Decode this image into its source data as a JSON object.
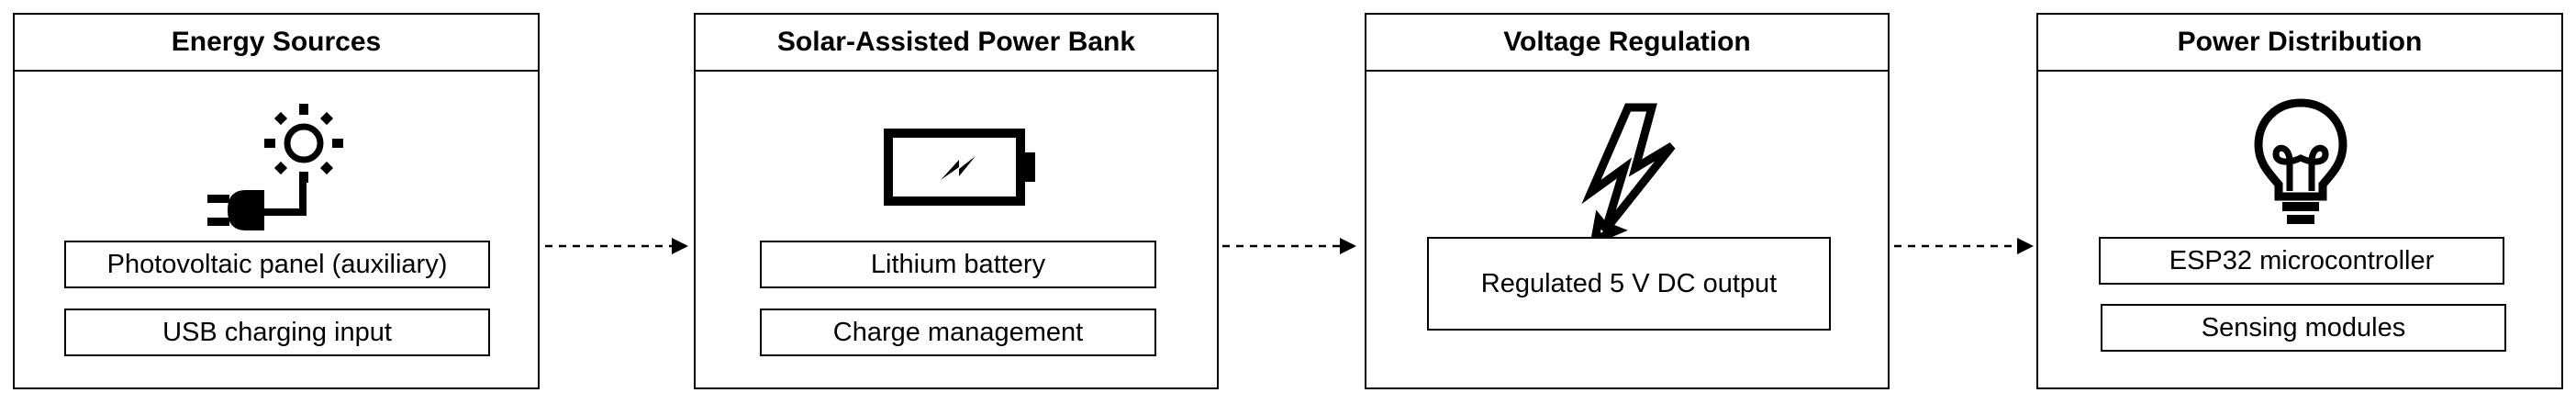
{
  "stages": [
    {
      "title": "Energy Sources",
      "icon": "solar-plug-icon",
      "items": [
        "Photovoltaic panel (auxiliary)",
        "USB charging input"
      ]
    },
    {
      "title": "Solar-Assisted Power Bank",
      "icon": "battery-charging-icon",
      "items": [
        "Lithium battery",
        "Charge management"
      ]
    },
    {
      "title": "Voltage Regulation",
      "icon": "lightning-bolt-icon",
      "items": [
        "Regulated 5 V DC output"
      ]
    },
    {
      "title": "Power Distribution",
      "icon": "lightbulb-icon",
      "items": [
        "ESP32 microcontroller",
        "Sensing modules"
      ]
    }
  ],
  "connectors": [
    "dashed-arrow",
    "dashed-arrow",
    "dashed-arrow"
  ],
  "colors": {
    "stroke": "#000000",
    "background": "#ffffff"
  }
}
